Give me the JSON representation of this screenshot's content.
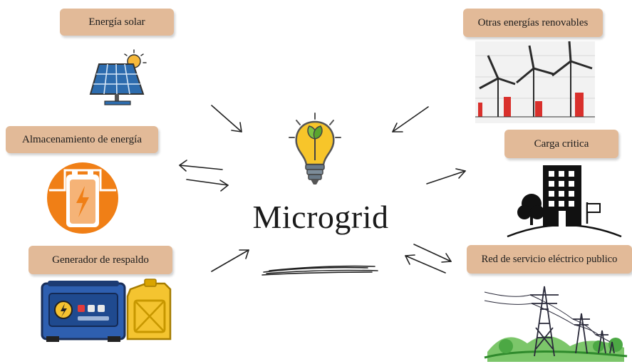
{
  "center": {
    "title": "Microgrid"
  },
  "nodes": {
    "solar": "Energía solar",
    "storage": "Almacenamiento de energía",
    "backup": "Generador de respaldo",
    "renewables": "Otras energías renovables",
    "critical_load": "Carga critica",
    "grid": "Red de servicio eléctrico publico"
  },
  "icons": {
    "solar": "solar-panel-icon",
    "storage": "battery-icon",
    "backup": "generator-icon",
    "renewables": "wind-turbine-icon",
    "critical_load": "building-icon",
    "grid": "power-tower-icon",
    "center": "lightbulb-icon"
  },
  "colors": {
    "label_bg": "#e2ba98",
    "battery_circle": "#f07f16",
    "solar_blue": "#2d6cae",
    "generator_blue": "#2e5fb0",
    "jerrycan_yellow": "#f4c430",
    "bulb_yellow": "#f7c52a"
  }
}
